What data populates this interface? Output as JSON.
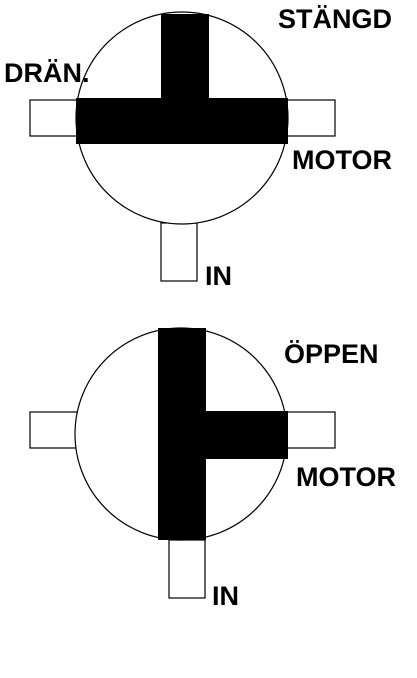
{
  "colors": {
    "background": "#ffffff",
    "outline": "#000000",
    "channel": "#000000"
  },
  "closed_state": {
    "state_label": "STÄNGD",
    "drain_label": "DRÄN.",
    "motor_label": "MOTOR",
    "inlet_label": "IN"
  },
  "open_state": {
    "state_label": "ÖPPEN",
    "motor_label": "MOTOR",
    "inlet_label": "IN"
  }
}
